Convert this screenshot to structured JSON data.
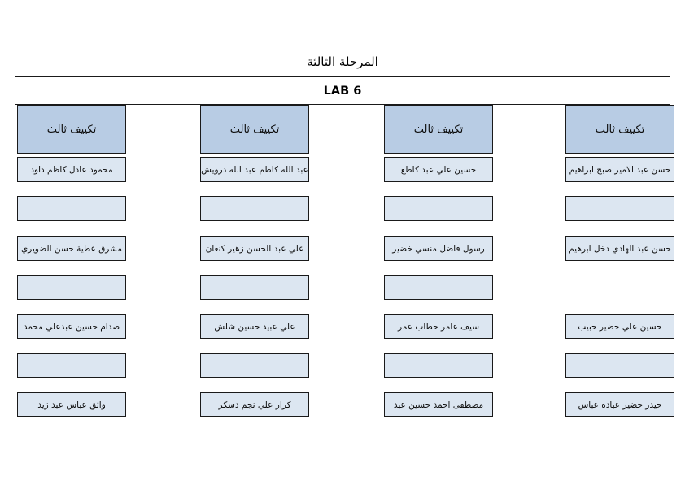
{
  "page": {
    "title": "المرحلة الثالثة",
    "subtitle": "LAB 6"
  },
  "theme": {
    "header_fill": "#b8cce4",
    "cell_fill": "#dce6f1",
    "border": "#1a1a1a",
    "page_background": "#ffffff",
    "text": "#0d0d0d"
  },
  "columns": [
    {
      "header": "تكييف ثالث",
      "cells": [
        "محمود عادل كاظم داود",
        "",
        "مشرق عطية حسن الضويري",
        "",
        "صدام حسين عبدعلي محمد",
        "",
        "وائق عباس عبد زيد"
      ],
      "cell_present": [
        true,
        true,
        true,
        true,
        true,
        true,
        true
      ]
    },
    {
      "header": "تكييف ثالث",
      "cells": [
        "عبد الله كاظم عبد الله درويش",
        "",
        "علي عبد الحسن زهير كنعان",
        "",
        "علي عبيد حسين شلش",
        "",
        "كرار علي نجم دسكر"
      ],
      "cell_present": [
        true,
        true,
        true,
        true,
        true,
        true,
        true
      ]
    },
    {
      "header": "تكييف ثالث",
      "cells": [
        "حسين علي عبد كاطع",
        "",
        "رسول فاضل منسي خضير",
        "",
        "سيف عامر خطاب عمر",
        "",
        "مصطفى احمد حسين عبد"
      ],
      "cell_present": [
        true,
        true,
        true,
        true,
        true,
        true,
        true
      ]
    },
    {
      "header": "تكييف ثالث",
      "cells": [
        "حسن عبد الامير صبح ابراهيم",
        "",
        "حسن عبد الهادي دخل ابرهيم",
        "",
        "حسين علي خضير حبيب",
        "",
        "حيدر خضير عباده عباس"
      ],
      "cell_present": [
        true,
        true,
        true,
        false,
        true,
        true,
        true
      ]
    }
  ]
}
